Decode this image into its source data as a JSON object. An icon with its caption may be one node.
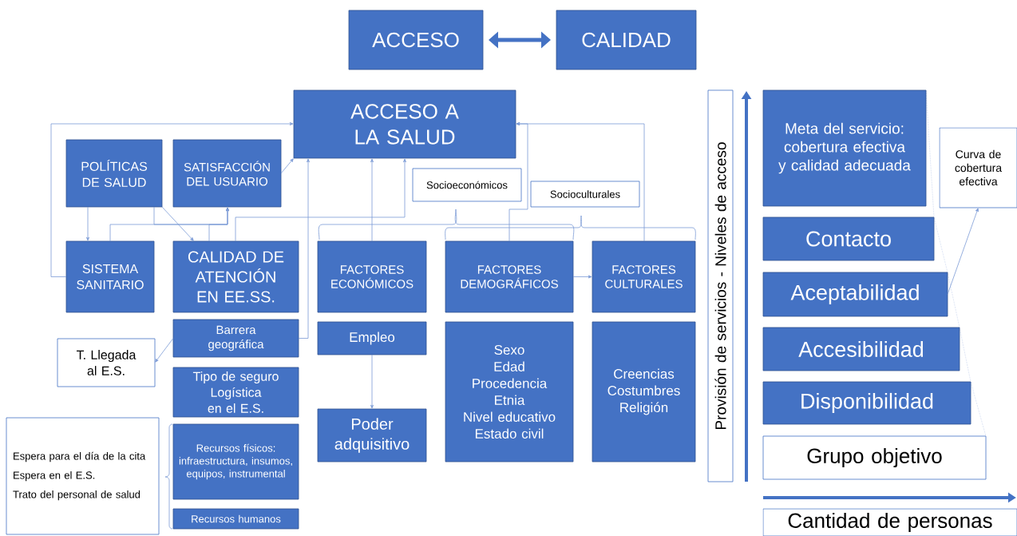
{
  "diagram": {
    "nodes": [
      {
        "text": [
          "ACCESO"
        ]
      },
      {
        "text": [
          "CALIDAD"
        ]
      },
      {
        "text": [
          "ACCESO A LA SALUD"
        ]
      },
      {
        "text": [
          "POLÍTICAS DE SALUD"
        ]
      },
      {
        "text": [
          "SATISFACCIÓN DEL USUARIO"
        ]
      },
      {
        "text": [
          "Socioeconómicos"
        ]
      },
      {
        "text": [
          "Socioculturales"
        ]
      },
      {
        "text": [
          "SISTEMA SANITARIO"
        ]
      },
      {
        "text": [
          "CALIDAD DE ATENCIÓN EN EE.SS."
        ]
      },
      {
        "text": [
          "FACTORES ECONÓMICOS"
        ]
      },
      {
        "text": [
          "FACTORES DEMOGRÁFICOS"
        ]
      },
      {
        "text": [
          "FACTORES CULTURALES"
        ]
      },
      {
        "text": [
          "Barrera geográfica"
        ]
      },
      {
        "text": [
          "T. Llegada al E.S."
        ]
      },
      {
        "text": [
          "Tipo de seguro",
          "Logística en el E.S."
        ]
      },
      {
        "text": [
          "Espera para el día de la cita",
          "Espera en el E.S.",
          "Trato del personal de salud"
        ]
      },
      {
        "text": [
          "Recursos físicos: infraestructura, insumos, equipos, instrumental"
        ]
      },
      {
        "text": [
          "Recursos humanos"
        ]
      },
      {
        "text": [
          "Empleo"
        ]
      },
      {
        "text": [
          "Poder adquisitivo"
        ]
      },
      {
        "text": [
          "Sexo",
          "Edad",
          "Procedencia",
          "Etnia",
          "Nivel educativo",
          "Estado civil"
        ]
      },
      {
        "text": [
          "Creencias",
          "Costumbres",
          "Religión"
        ]
      },
      {
        "text": [
          "Provisión de servicios - Niveles de acceso"
        ]
      },
      {
        "text": [
          "Meta del servicio: cobertura efectiva y calidad adecuada"
        ]
      },
      {
        "text": [
          "Curva de cobertura efectiva"
        ]
      },
      {
        "text": [
          "Contacto"
        ]
      },
      {
        "text": [
          "Aceptabilidad"
        ]
      },
      {
        "text": [
          "Accesibilidad"
        ]
      },
      {
        "text": [
          "Disponibilidad"
        ]
      },
      {
        "text": [
          "Grupo objetivo"
        ]
      },
      {
        "text": [
          "Cantidad de personas"
        ]
      }
    ],
    "edges": [
      {
        "from": 0,
        "to": 1,
        "arrow": "both",
        "style": "thick"
      },
      {
        "from": 7,
        "to": 2,
        "arrow": "to"
      },
      {
        "from": 4,
        "to": 2,
        "arrow": "to"
      },
      {
        "from": 3,
        "to": 7,
        "arrow": "to"
      },
      {
        "from": 3,
        "to": 8,
        "arrow": "to"
      },
      {
        "from": 3,
        "to": 4,
        "arrow": "to"
      },
      {
        "from": 7,
        "to": 4,
        "arrow": "to"
      },
      {
        "from": 8,
        "to": 4,
        "arrow": "to"
      },
      {
        "from": 8,
        "to": 2,
        "arrow": "to"
      },
      {
        "from": 12,
        "to": 2,
        "arrow": "to"
      },
      {
        "from": 9,
        "to": 2,
        "arrow": "to"
      },
      {
        "from": 10,
        "to": 2,
        "arrow": "to"
      },
      {
        "from": 11,
        "to": 2,
        "arrow": "to"
      },
      {
        "from": 10,
        "to": 11,
        "arrow": "to"
      },
      {
        "from": 12,
        "to": 13,
        "arrow": "to"
      },
      {
        "from": 18,
        "to": 19,
        "arrow": "to"
      },
      {
        "from": 26,
        "to": 24,
        "arrow": "to"
      }
    ]
  }
}
